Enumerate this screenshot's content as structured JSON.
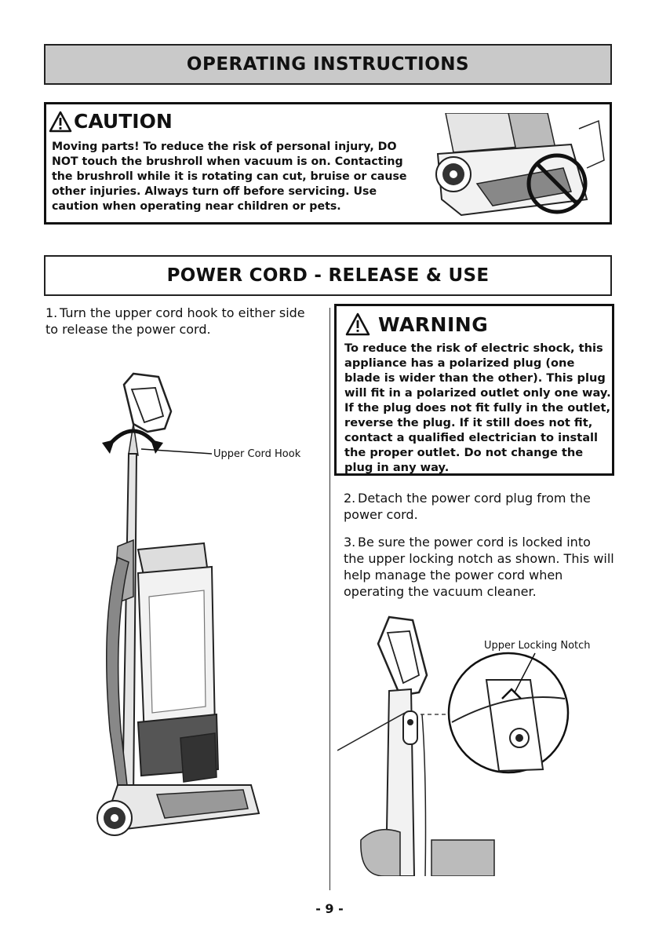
{
  "header": {
    "title": "OPERATING INSTRUCTIONS"
  },
  "caution": {
    "title": "CAUTION",
    "body": "Moving parts! To reduce the risk of personal injury, DO NOT touch the brushroll when vacuum is on. Contacting the brushroll while it is rotating can cut, bruise or cause other injuries. Always turn off before servicing. Use caution when operating near children or pets."
  },
  "section": {
    "title": "POWER CORD - RELEASE & USE"
  },
  "steps": [
    {
      "num": "1.",
      "text": "Turn the upper cord hook to either side to release the power cord."
    },
    {
      "num": "2.",
      "text": "Detach the power cord plug from the power cord."
    },
    {
      "num": "3.",
      "text": "Be sure the power cord is locked into the upper locking notch as shown. This will help manage the power cord when operating the vacuum cleaner."
    }
  ],
  "warning": {
    "title": "WARNING",
    "body": "To reduce the risk of electric shock, this appliance has a polarized plug (one blade is wider than the other). This plug will fit in a polarized outlet only one way. If the plug does not fit fully in the outlet, reverse the plug. If it still does not fit, contact a qualified electrician to install the proper outlet. Do not change the plug in any way."
  },
  "labels": {
    "upper_cord_hook": "Upper Cord Hook",
    "upper_locking_notch": "Upper Locking Notch"
  },
  "footer": {
    "page": "- 9 -"
  }
}
